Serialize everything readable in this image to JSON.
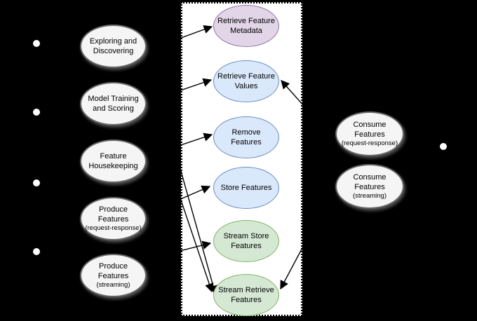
{
  "diagram": {
    "type": "use-case-diagram",
    "background_color": "#000000",
    "boundary": {
      "fill": "#ffffff",
      "border_color": "#000000",
      "border_style": "dotted"
    },
    "actors": {
      "dot_color": "#ffffff",
      "left_dots": 4,
      "right_dots": 1
    },
    "left_column": {
      "items": [
        {
          "id": "exploring-discovering",
          "lines": [
            "Exploring and",
            "Discovering"
          ],
          "sub": ""
        },
        {
          "id": "model-training-scoring",
          "lines": [
            "Model Training",
            "and Scoring"
          ],
          "sub": ""
        },
        {
          "id": "feature-housekeeping",
          "lines": [
            "Feature",
            "Housekeeping"
          ],
          "sub": ""
        },
        {
          "id": "produce-features-rr",
          "lines": [
            "Produce",
            "Features"
          ],
          "sub": "(request-response)"
        },
        {
          "id": "produce-features-streaming",
          "lines": [
            "Produce",
            "Features"
          ],
          "sub": "(streaming)"
        }
      ]
    },
    "feature_store_box": {
      "items": [
        {
          "id": "retrieve-feature-metadata",
          "lines": [
            "Retrieve Feature",
            "Metadata"
          ],
          "fill": "#E1D5E7",
          "stroke": "#9673A6"
        },
        {
          "id": "retrieve-feature-values",
          "lines": [
            "Retrieve Feature",
            "Values"
          ],
          "fill": "#DAE8FC",
          "stroke": "#6C8EBF"
        },
        {
          "id": "remove-features",
          "lines": [
            "Remove",
            "Features"
          ],
          "fill": "#DAE8FC",
          "stroke": "#6C8EBF"
        },
        {
          "id": "store-features",
          "lines": [
            "Store Features"
          ],
          "fill": "#DAE8FC",
          "stroke": "#6C8EBF"
        },
        {
          "id": "stream-store-features",
          "lines": [
            "Stream Store",
            "Features"
          ],
          "fill": "#D5E8D4",
          "stroke": "#82B366"
        },
        {
          "id": "stream-retrieve-features",
          "lines": [
            "Stream Retrieve",
            "Features"
          ],
          "fill": "#D5E8D4",
          "stroke": "#82B366"
        }
      ]
    },
    "right_column": {
      "items": [
        {
          "id": "consume-features-rr",
          "lines": [
            "Consume",
            "Features"
          ],
          "sub": "(request-response)"
        },
        {
          "id": "consume-features-streaming",
          "lines": [
            "Consume",
            "Features"
          ],
          "sub": "(streaming)"
        }
      ]
    },
    "gray_ellipse_colors": {
      "fill": "#F5F5F5",
      "stroke": "#666666"
    },
    "arrows": [
      {
        "to": "retrieve-feature-metadata",
        "from": "left"
      },
      {
        "to": "retrieve-feature-values",
        "from": "left"
      },
      {
        "to": "remove-features",
        "from": "left"
      },
      {
        "to": "store-features",
        "from": "left"
      },
      {
        "to": "stream-store-features",
        "from": "left"
      },
      {
        "to": "stream-retrieve-features",
        "from": "left-upper-1"
      },
      {
        "to": "stream-retrieve-features",
        "from": "left-upper-2"
      },
      {
        "to": "retrieve-feature-values",
        "from": "right"
      },
      {
        "to": "stream-retrieve-features",
        "from": "right"
      }
    ]
  }
}
